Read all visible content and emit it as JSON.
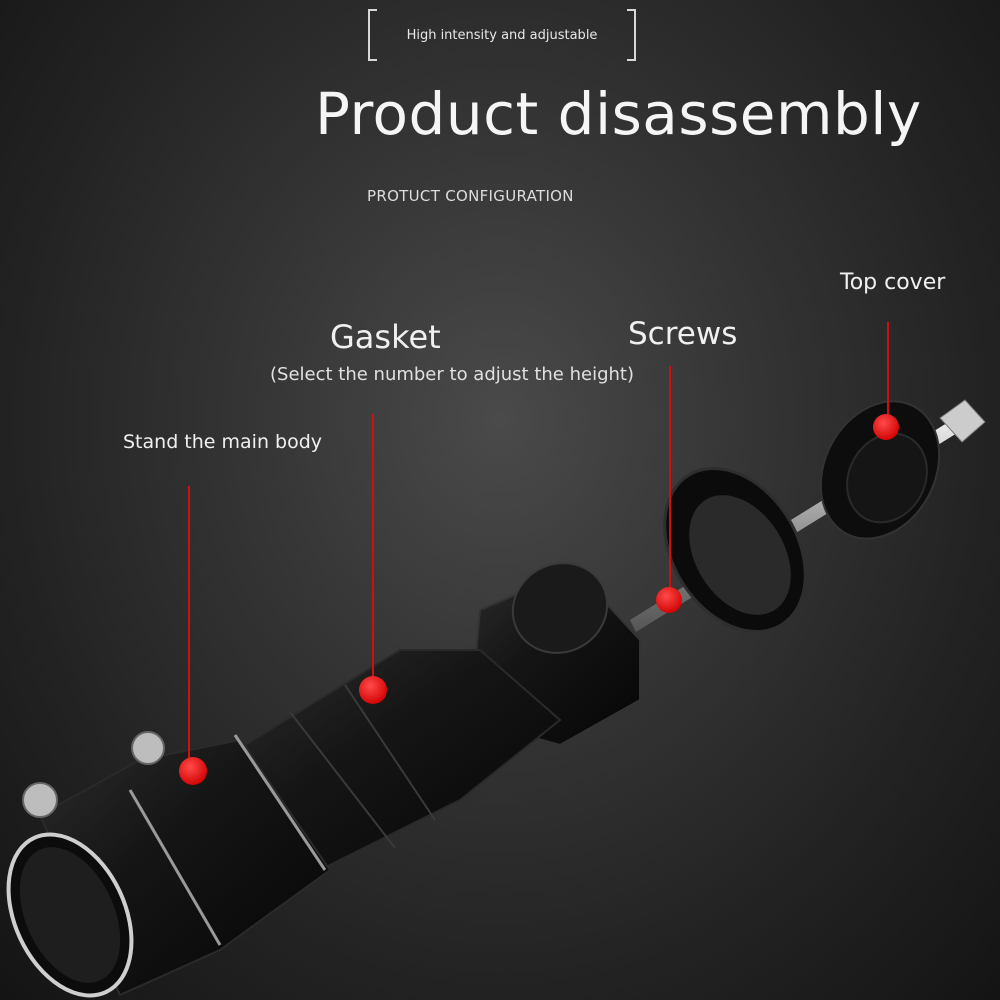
{
  "header": {
    "badge_text": "High intensity and adjustable",
    "title": "Product disassembly",
    "subtitle": "PROTUCT CONFIGURATION"
  },
  "callouts": {
    "top_cover": "Top cover",
    "screws": "Screws",
    "gasket": "Gasket",
    "gasket_note": "(Select the number to adjust the height)",
    "main_body": "Stand the main body"
  },
  "colors": {
    "marker": "#e01818",
    "leader_line": "#d01010",
    "part_black": "#121212",
    "rod_silver": "#b8b8b8"
  }
}
